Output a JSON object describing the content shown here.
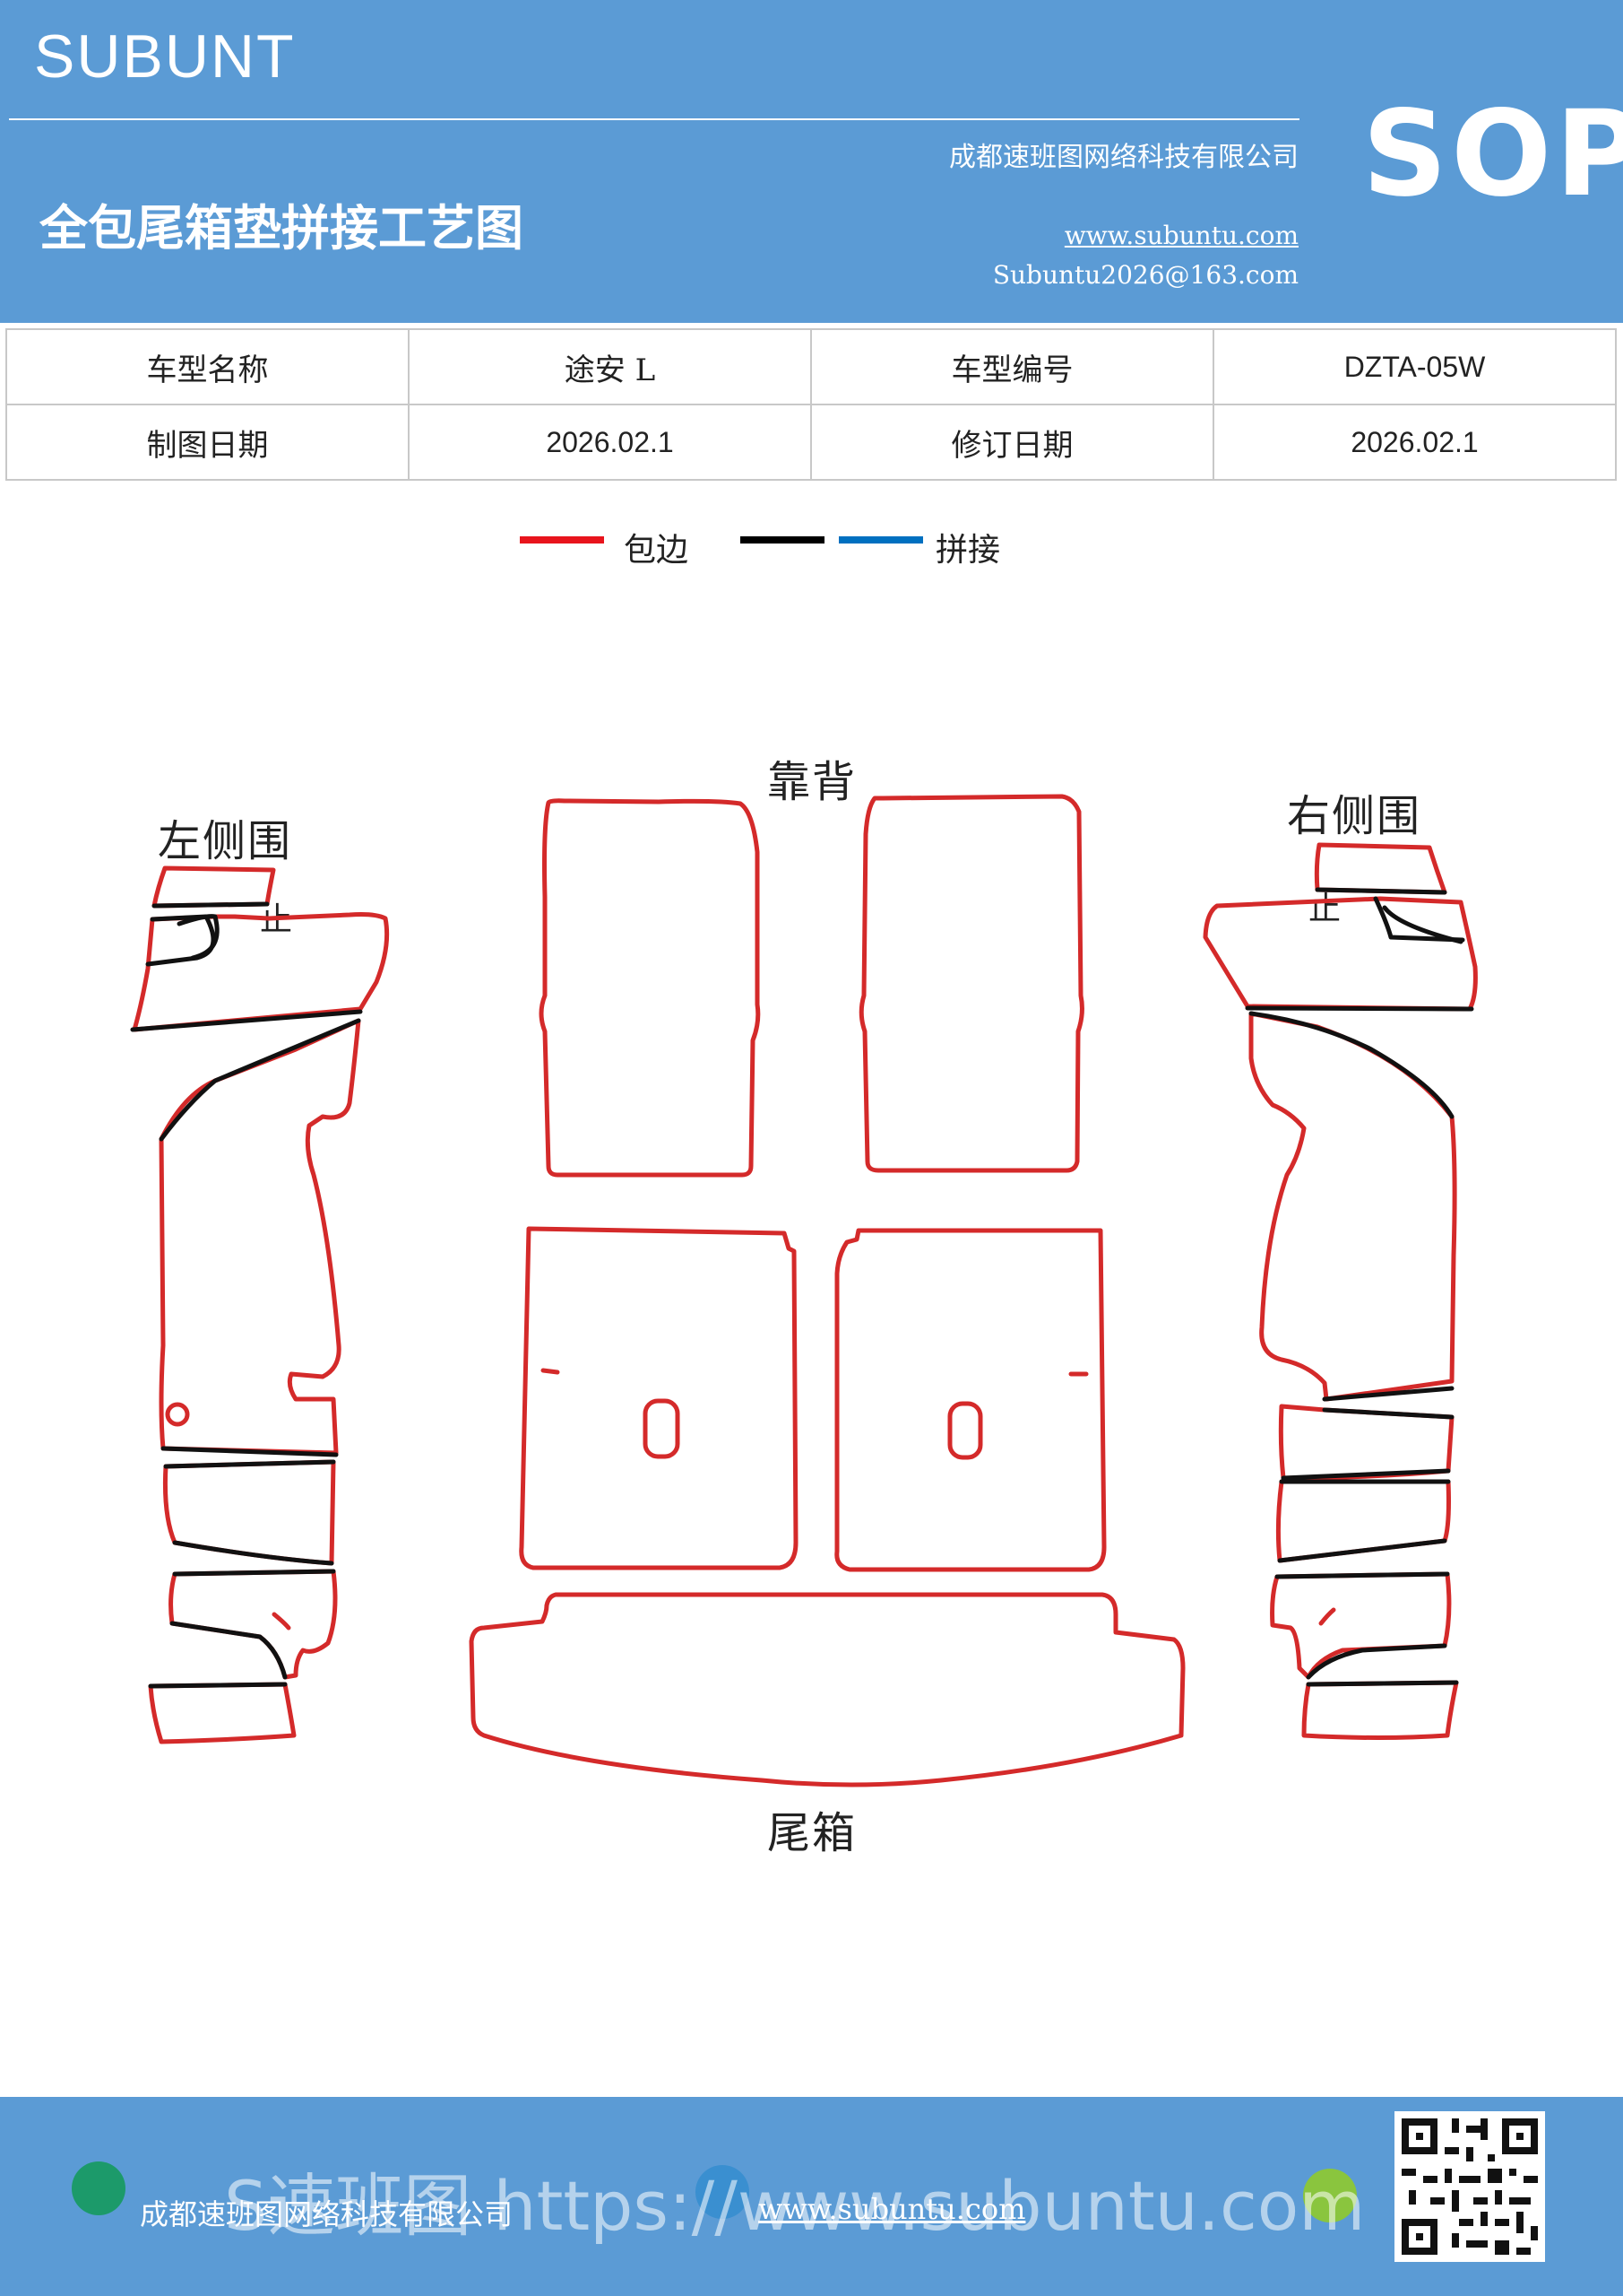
{
  "header": {
    "brand": "SUBUNT",
    "title": "全包尾箱垫拼接工艺图",
    "company": "成都速班图网络科技有限公司",
    "website": "www.subuntu.com",
    "email": "Subuntu2026@163.com",
    "badge": "SOP"
  },
  "info_table": {
    "row1": {
      "label1": "车型名称",
      "value1": "途安 L",
      "label2": "车型编号",
      "value2": "DZTA-05W"
    },
    "row2": {
      "label1": "制图日期",
      "value1": "2026.02.1",
      "label2": "修订日期",
      "value2": "2026.02.1"
    }
  },
  "legend": {
    "items": [
      {
        "label": "包边",
        "color": "#e8141c"
      },
      {
        "label": "",
        "color": "#000000"
      },
      {
        "label": "拼接",
        "color": "#0070c0"
      }
    ]
  },
  "diagram": {
    "labels": {
      "backrest": "靠背",
      "left_side": "左侧围",
      "right_side": "右侧围",
      "trunk": "尾箱",
      "left_mark": "止",
      "right_mark": "止"
    },
    "edge_color": "#d42a2a",
    "seam_color": "#111111"
  },
  "footer": {
    "company": "成都速班图网络科技有限公司",
    "website": "www.subuntu.com",
    "overlay": "S速班图 https://www.subuntu.com"
  }
}
